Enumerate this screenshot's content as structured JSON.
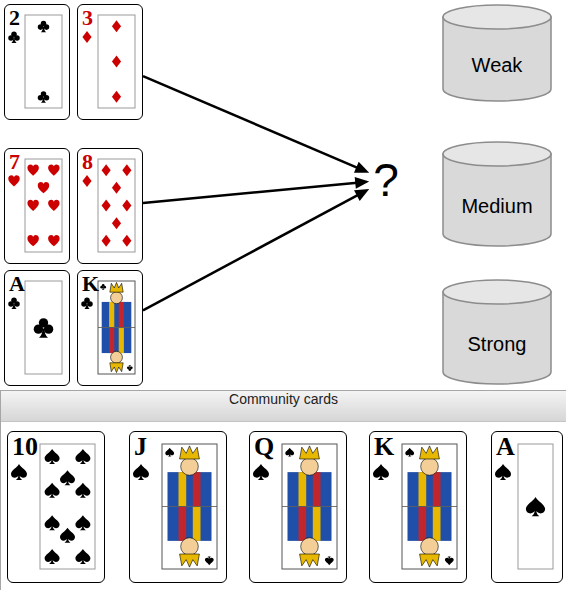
{
  "diagram": {
    "nodes": [
      {
        "text": [
          "2"
        ]
      },
      {
        "text": [
          "3"
        ]
      },
      {
        "text": [
          "Weak"
        ]
      },
      {
        "text": [
          "7"
        ]
      },
      {
        "text": [
          "8"
        ]
      },
      {
        "text": [
          "?"
        ]
      },
      {
        "text": [
          "Medium"
        ]
      },
      {
        "text": [
          "A"
        ]
      },
      {
        "text": [
          "K"
        ]
      },
      {
        "text": [
          "Strong"
        ]
      },
      {
        "text": [
          "Community cards"
        ]
      },
      {
        "text": [
          "10"
        ],
        "in": 10
      },
      {
        "text": [
          "J"
        ],
        "in": 10
      },
      {
        "text": [
          "Q"
        ],
        "in": 10
      },
      {
        "text": [
          "K"
        ],
        "in": 10
      },
      {
        "text": [
          "A"
        ],
        "in": 10
      }
    ],
    "edges": [
      {
        "from": 1,
        "to": 5,
        "arrow": "to"
      },
      {
        "from": 4,
        "to": 5,
        "arrow": "to"
      },
      {
        "from": 8,
        "to": 5,
        "arrow": "to"
      }
    ]
  }
}
